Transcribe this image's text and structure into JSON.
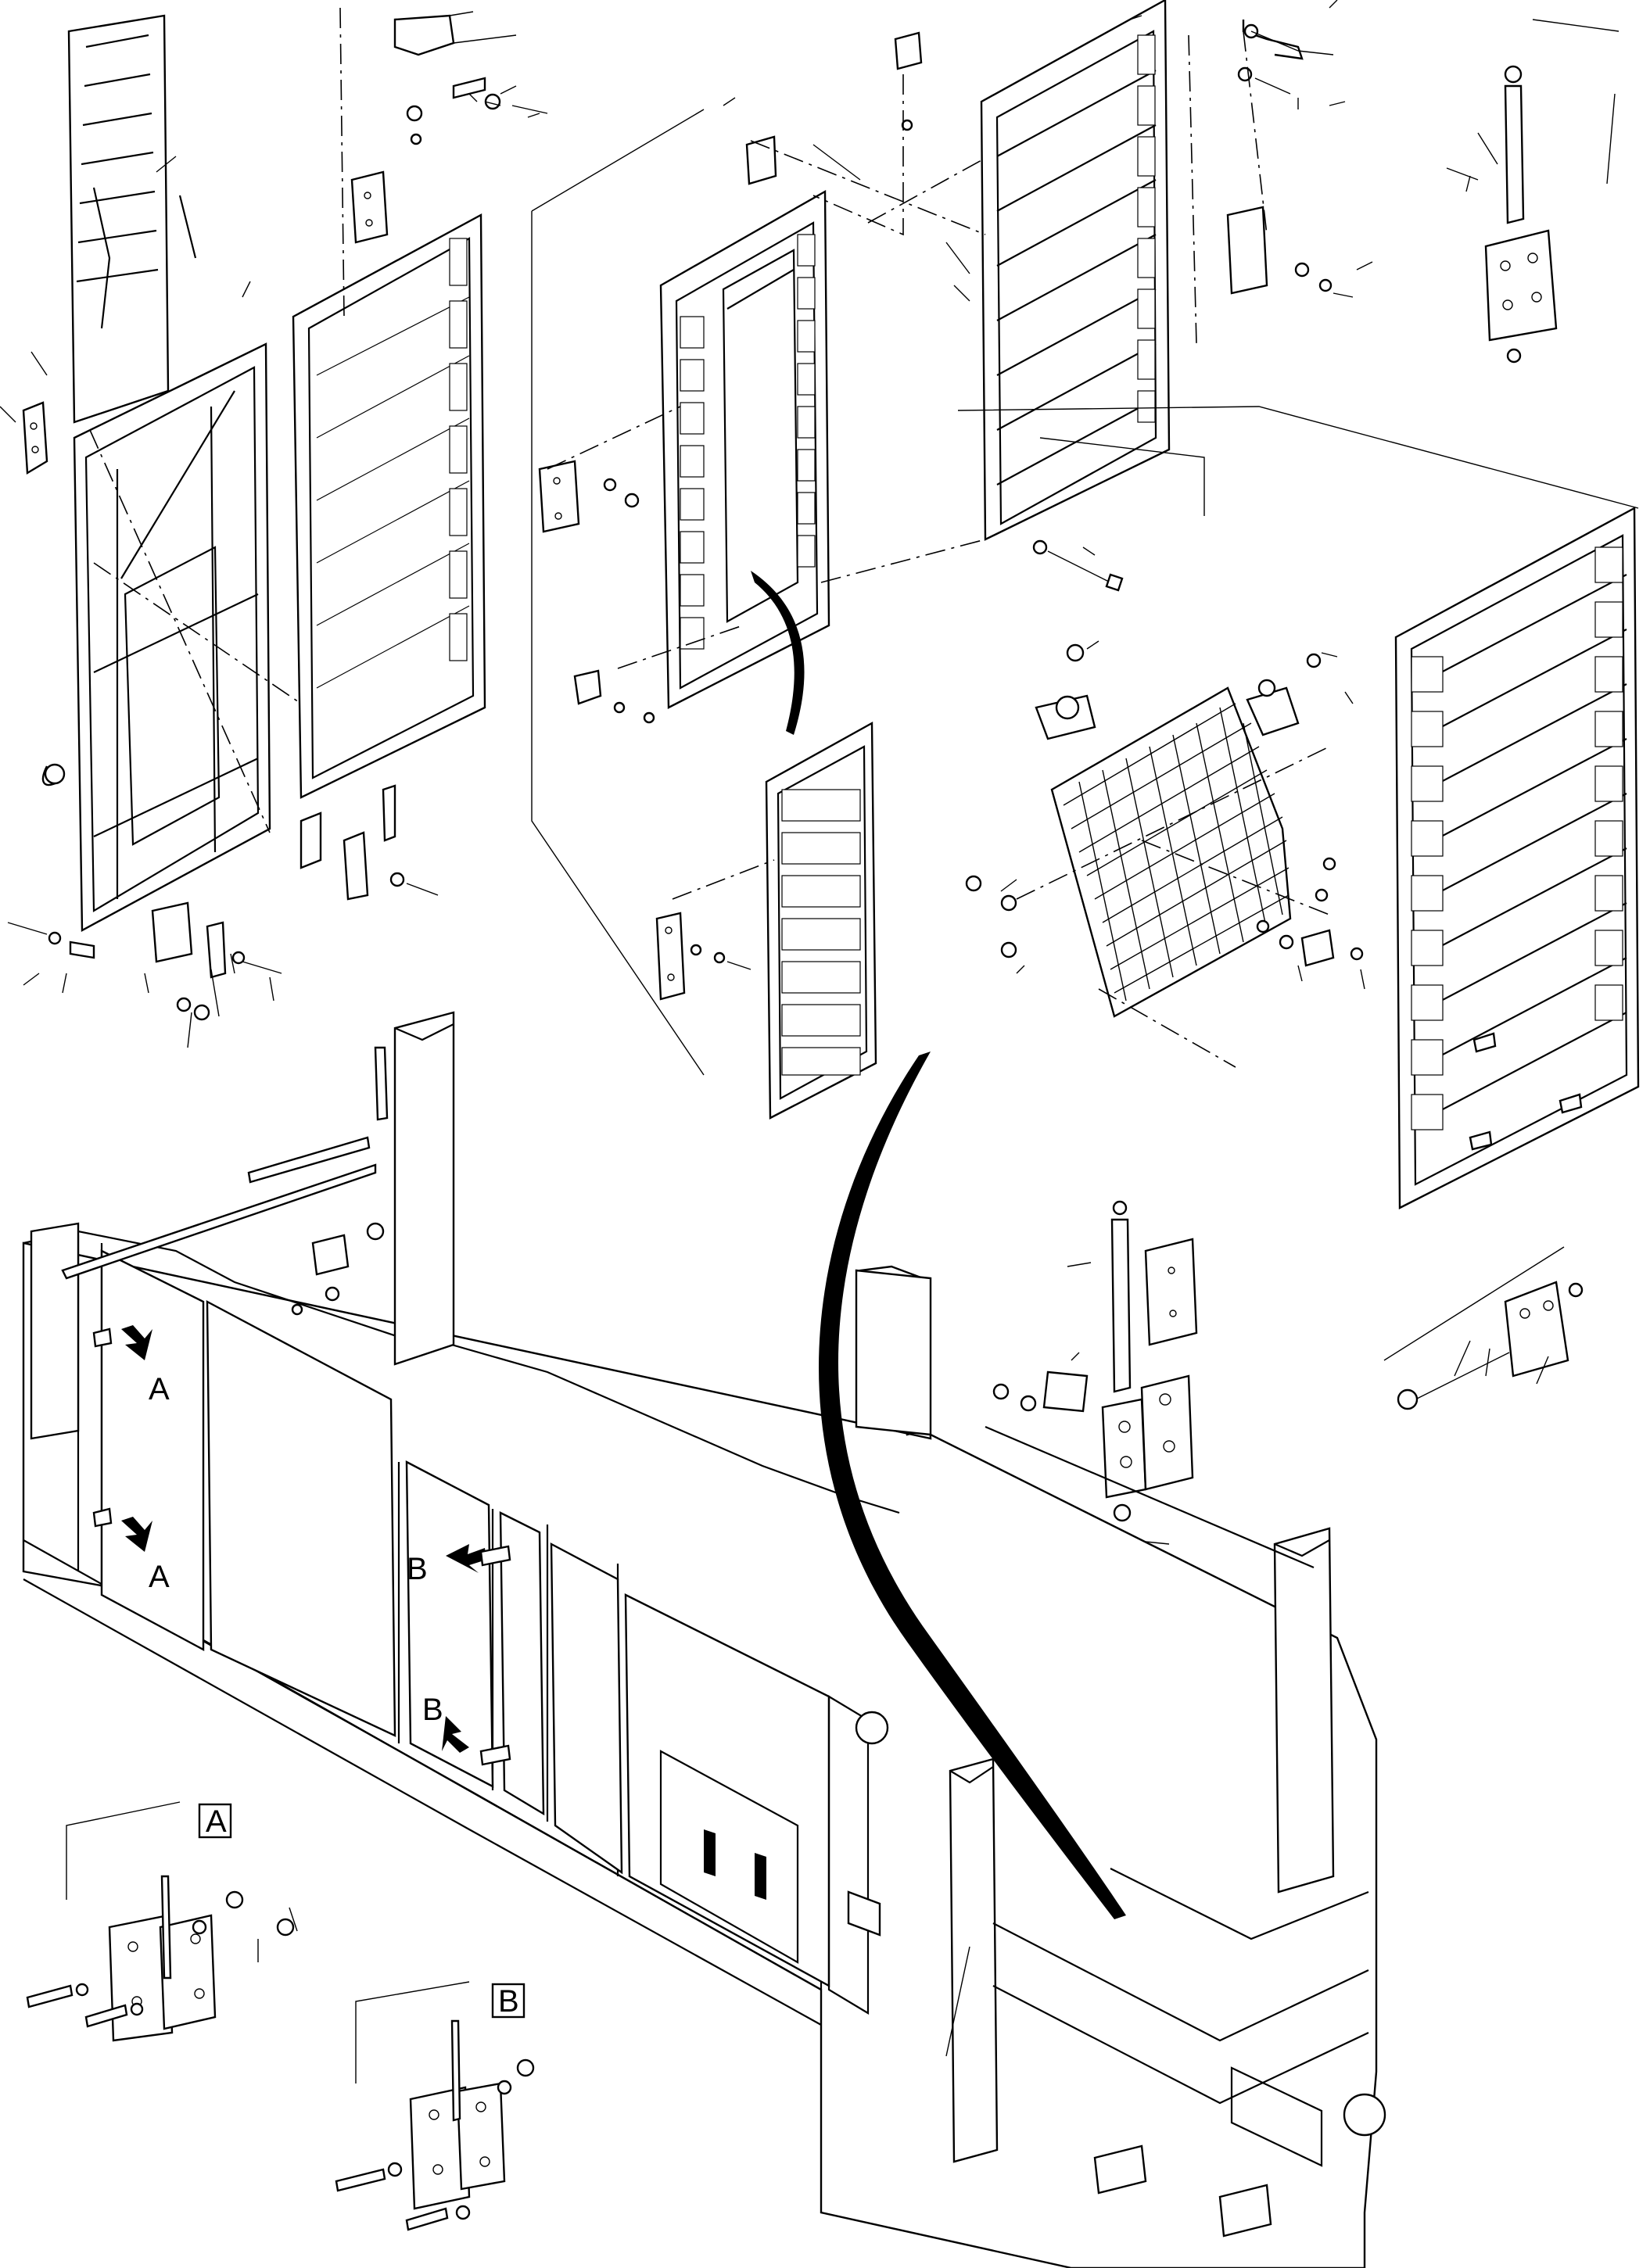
{
  "callouts": {
    "a_upper": "A",
    "a_lower": "A",
    "b_upper": "B",
    "b_lower": "B"
  },
  "detail_labels": {
    "detail_a": "A",
    "detail_b": "B"
  }
}
